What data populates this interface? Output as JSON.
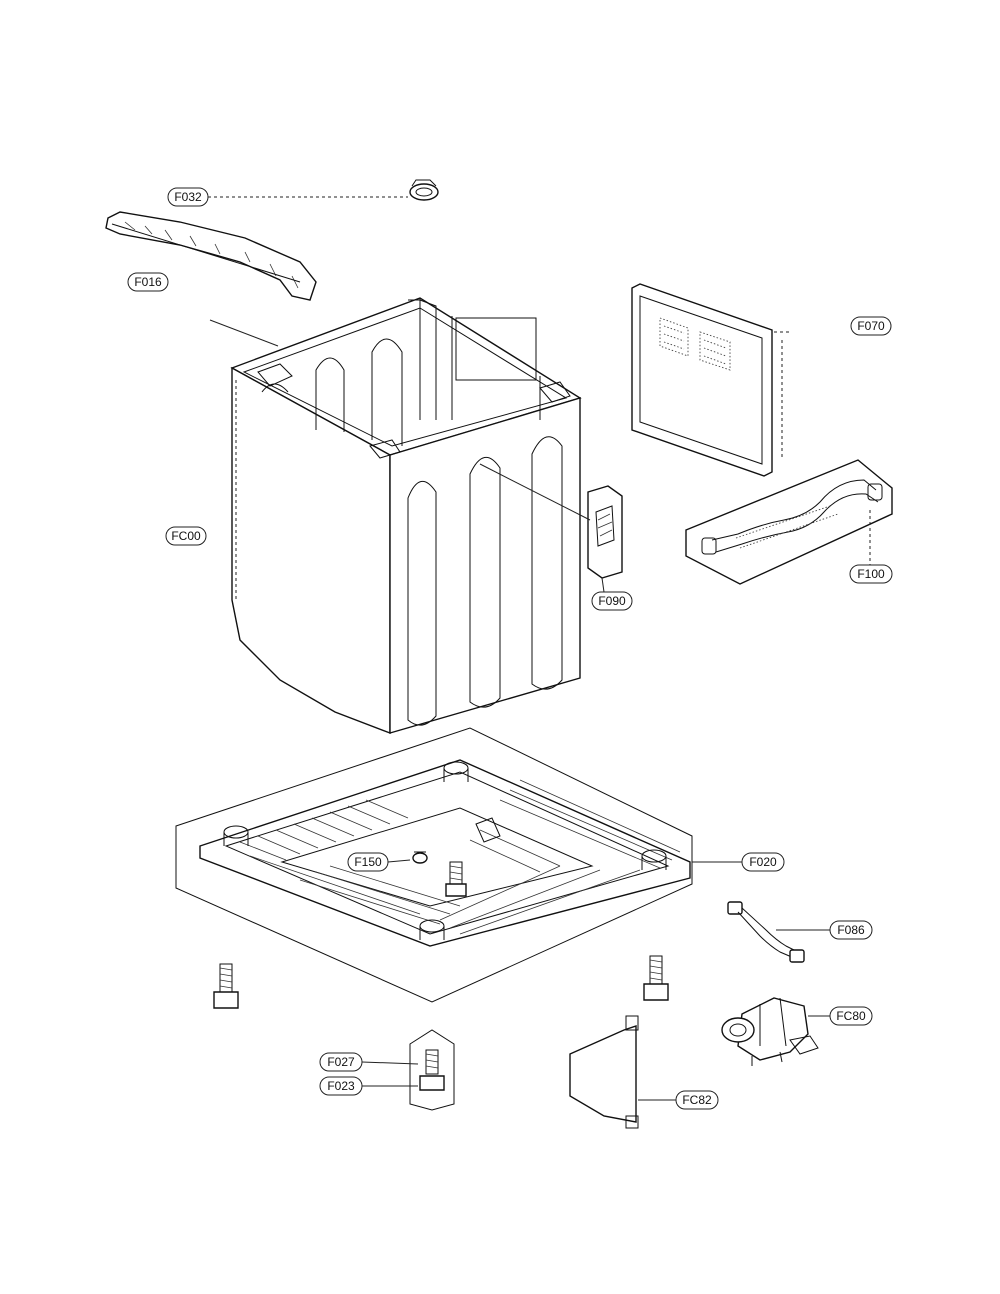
{
  "labels": {
    "f032": "F032",
    "f016": "F016",
    "f070": "F070",
    "f000": "FC00",
    "f090": "F090",
    "f100": "F100",
    "f150": "F150",
    "f020": "F020",
    "f086": "F086",
    "f080": "FC80",
    "f027": "F027",
    "f023": "F023",
    "f082": "FC82"
  }
}
